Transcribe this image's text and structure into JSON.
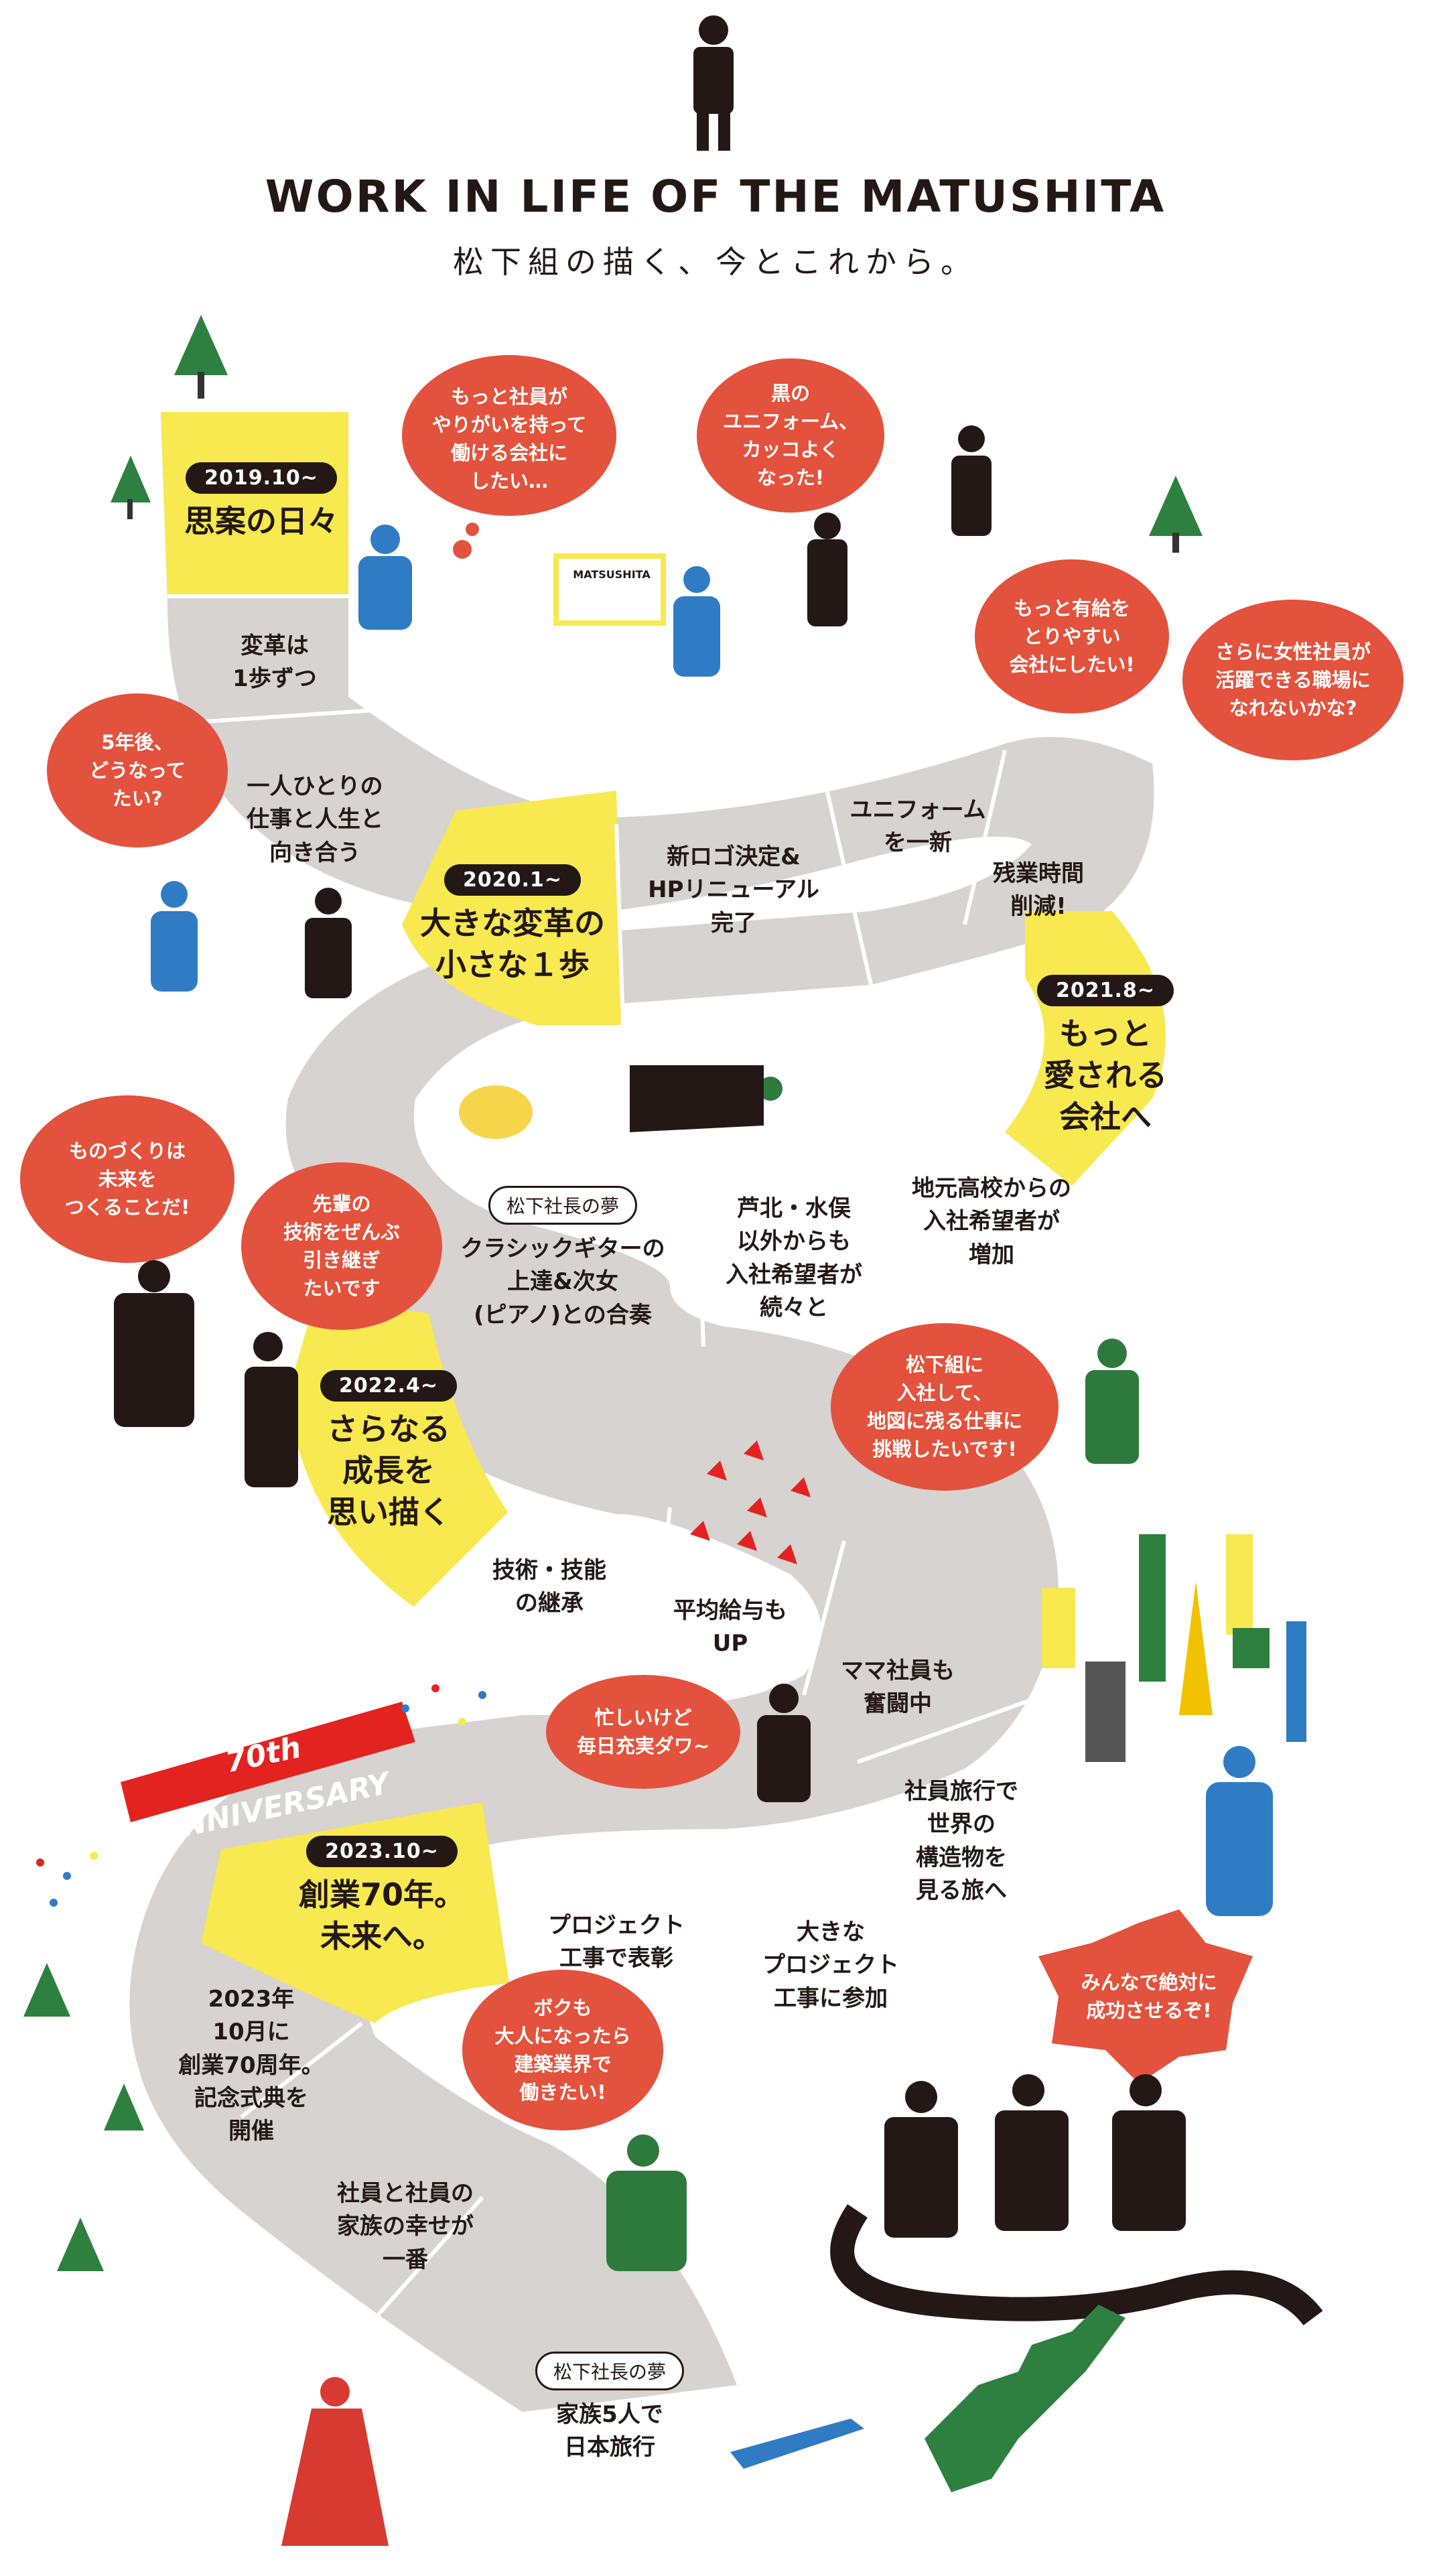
{
  "header": {
    "title": "WORK IN LIFE OF THE MATUSHITA",
    "subtitle": "松下組の描く、今とこれから。"
  },
  "colors": {
    "road": "#d6d3d0",
    "milestone": "#f7e94f",
    "bubble": "#e3523c",
    "ink": "#231815",
    "blue": "#2f7cc5"
  },
  "milestones": [
    {
      "date": "2019.10~",
      "title": "思案の日々"
    },
    {
      "date": "2020.1~",
      "title": "大きな変革の\n小さな１歩"
    },
    {
      "date": "2021.8~",
      "title": "もっと\n愛される\n会社へ"
    },
    {
      "date": "2022.4~",
      "title": "さらなる\n成長を\n思い描く"
    },
    {
      "date": "2023.10~",
      "title": "創業70年。\n未来へ。"
    }
  ],
  "steps": [
    "変革は\n1歩ずつ",
    "一人ひとりの\n仕事と人生と\n向き合う",
    "新ロゴ決定&\nHPリニューアル\n完了",
    "ユニフォーム\nを一新",
    "残業時間\n削減!",
    "地元高校からの\n入社希望者が\n増加",
    "芦北・水俣\n以外からも\n入社希望者が\n続々と",
    "クラシックギターの\n上達&次女\n(ピアノ)との合奏",
    "技術・技能\nの継承",
    "平均給与も\nUP",
    "ママ社員も\n奮闘中",
    "社員旅行で\n世界の\n構造物を\n見る旅へ",
    "大きな\nプロジェクト\n工事に参加",
    "プロジェクト\n工事で表彰",
    "2023年\n10月に\n創業70周年。\n記念式典を\n開催",
    "社員と社員の\n家族の幸せが\n一番",
    "家族5人で\n日本旅行"
  ],
  "dream_tag": "松下社長の夢",
  "bubbles": [
    "もっと社員が\nやりがいを持って\n働ける会社に\nしたい…",
    "黒の\nユニフォーム、\nカッコよく\nなった!",
    "5年後、\nどうなって\nたい?",
    "もっと有給を\nとりやすい\n会社にしたい!",
    "さらに女性社員が\n活躍できる職場に\nなれないかな?",
    "ものづくりは\n未来を\nつくることだ!",
    "先輩の\n技術をぜんぶ\n引き継ぎ\nたいです",
    "松下組に\n入社して、\n地図に残る仕事に\n挑戦したいです!",
    "忙しいけど\n毎日充実ダワ~",
    "みんなで絶対に\n成功させるぞ!",
    "ボクも\n大人になったら\n建築業界で\n働きたい!"
  ],
  "signs": {
    "logo": "MATSUSHITA",
    "anniversary": "70th ANNIVERSARY"
  }
}
